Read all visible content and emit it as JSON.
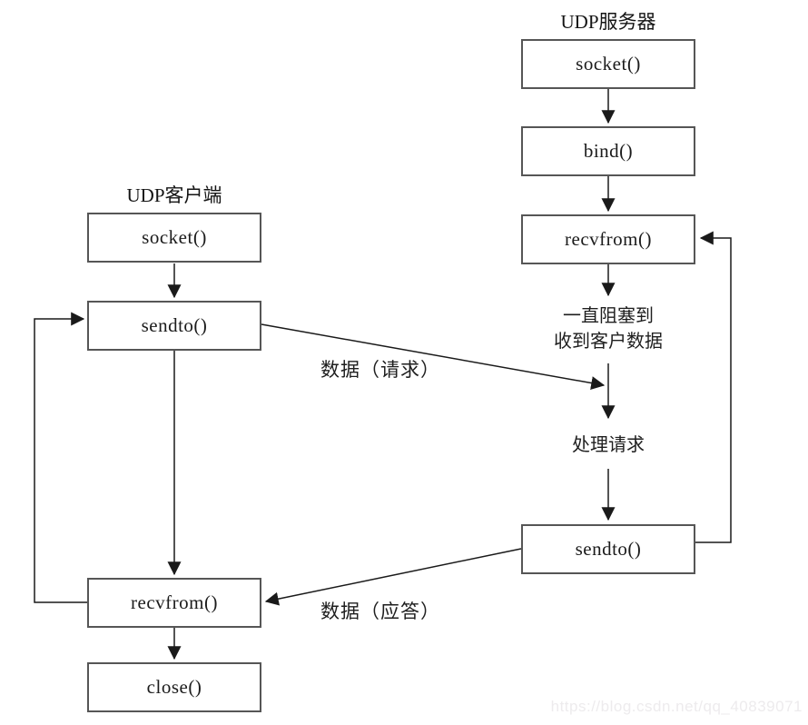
{
  "diagram": {
    "client": {
      "title": "UDP客户端",
      "nodes": {
        "socket": "socket()",
        "sendto": "sendto()",
        "recvfrom": "recvfrom()",
        "close": "close()"
      }
    },
    "server": {
      "title": "UDP服务器",
      "nodes": {
        "socket": "socket()",
        "bind": "bind()",
        "recvfrom": "recvfrom()",
        "sendto": "sendto()"
      },
      "annotations": {
        "block_line1": "一直阻塞到",
        "block_line2": "收到客户数据",
        "process_request": "处理请求"
      }
    },
    "edges": {
      "request_label": "数据（请求）",
      "response_label": "数据（应答）"
    },
    "watermark": "https://blog.csdn.net/qq_40839071",
    "colors": {
      "line": "#1a1a1a",
      "box_border": "#565656",
      "watermark": "#edebed"
    }
  }
}
